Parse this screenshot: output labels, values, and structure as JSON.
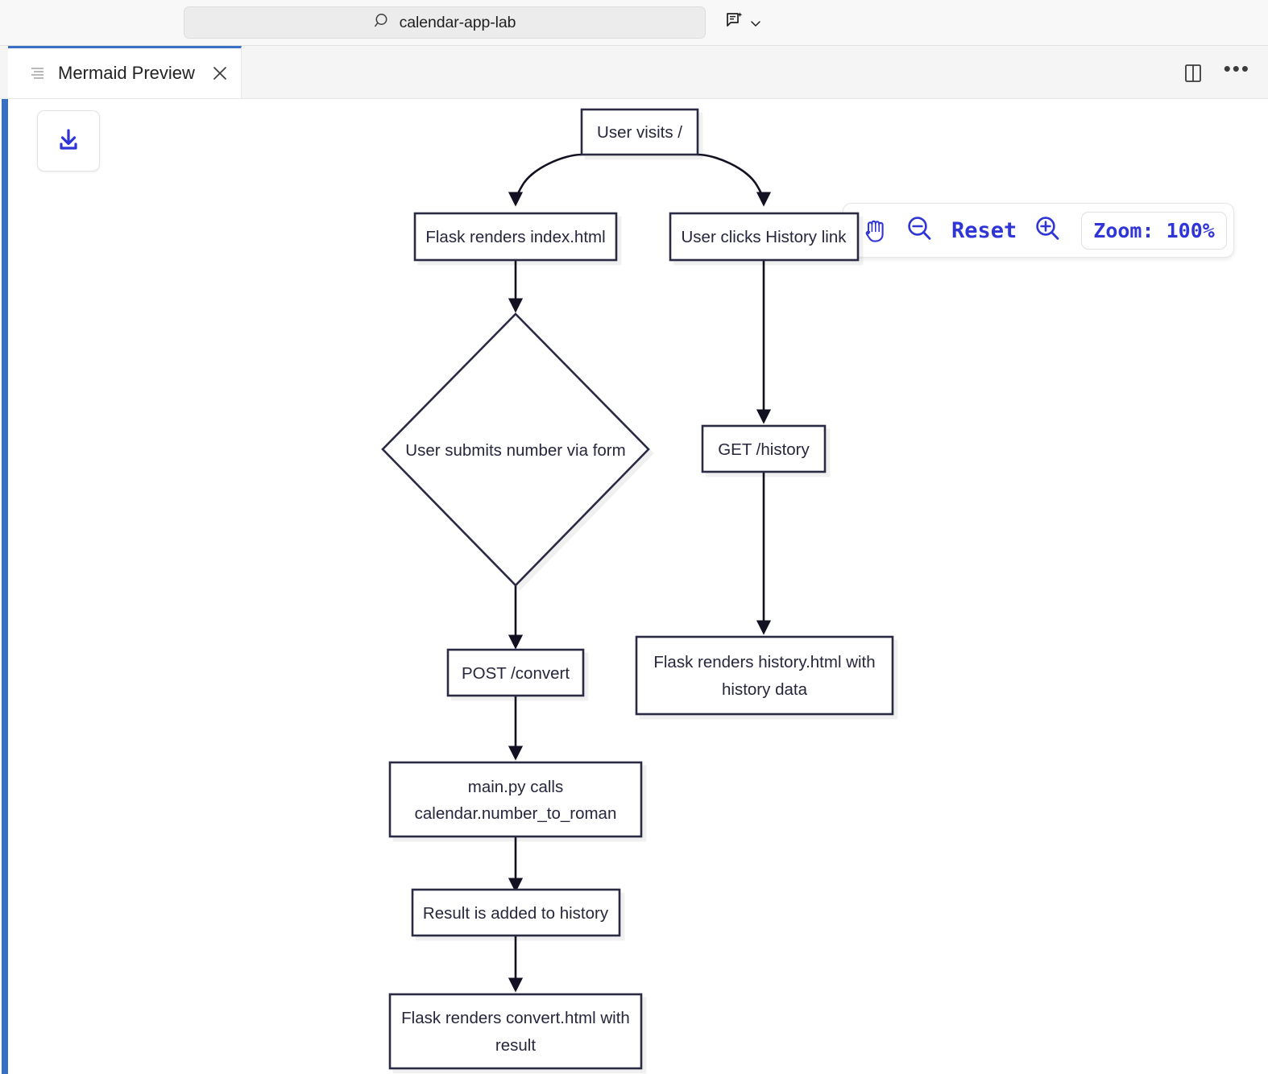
{
  "titlebar": {
    "search": {
      "icon": "search-icon",
      "value": "calendar-app-lab"
    },
    "copilot": {
      "icon": "copilot-chat-icon",
      "chevron": "chevron-down-icon"
    }
  },
  "tabbar": {
    "tab": {
      "icon": "preview-lines-icon",
      "label": "Mermaid Preview",
      "close": "close-icon"
    },
    "actions": {
      "split_editor": "split-editor-icon",
      "more": "•••"
    }
  },
  "toolbar": {
    "download": {
      "icon": "download-icon",
      "color": "#2f35d6"
    }
  },
  "zoom_controls": {
    "pan_icon": "hand-pan-icon",
    "zoom_out_icon": "zoom-out-icon",
    "reset_label": "Reset",
    "zoom_in_icon": "zoom-in-icon",
    "zoom_level_label": "Zoom: 100%",
    "accent_color": "#2f35d6"
  },
  "diagram": {
    "type": "flowchart",
    "direction": "TD",
    "node_stroke": "#2b2b44",
    "node_fill": "#ffffff",
    "edge_color": "#111122",
    "nodes": [
      {
        "id": "n1",
        "shape": "rect",
        "text": "User visits /"
      },
      {
        "id": "n2",
        "shape": "rect",
        "text": "Flask renders index.html"
      },
      {
        "id": "n3",
        "shape": "rect",
        "text": "User clicks History link"
      },
      {
        "id": "n4",
        "shape": "diamond",
        "text": "User submits number via form"
      },
      {
        "id": "n5",
        "shape": "rect",
        "text": "GET /history"
      },
      {
        "id": "n6",
        "shape": "rect",
        "text": "POST /convert"
      },
      {
        "id": "n7",
        "shape": "rect",
        "text_lines": [
          "Flask renders history.html with",
          "history data"
        ]
      },
      {
        "id": "n8",
        "shape": "rect",
        "text_lines": [
          "main.py calls",
          "calendar.number_to_roman"
        ]
      },
      {
        "id": "n9",
        "shape": "rect",
        "text": "Result is added to history"
      },
      {
        "id": "n10",
        "shape": "rect",
        "text_lines": [
          "Flask renders convert.html with",
          "result"
        ]
      }
    ],
    "edges": [
      {
        "from": "n1",
        "to": "n2"
      },
      {
        "from": "n1",
        "to": "n3"
      },
      {
        "from": "n2",
        "to": "n4"
      },
      {
        "from": "n3",
        "to": "n5"
      },
      {
        "from": "n4",
        "to": "n6"
      },
      {
        "from": "n5",
        "to": "n7"
      },
      {
        "from": "n6",
        "to": "n8"
      },
      {
        "from": "n8",
        "to": "n9"
      },
      {
        "from": "n9",
        "to": "n10"
      }
    ]
  }
}
